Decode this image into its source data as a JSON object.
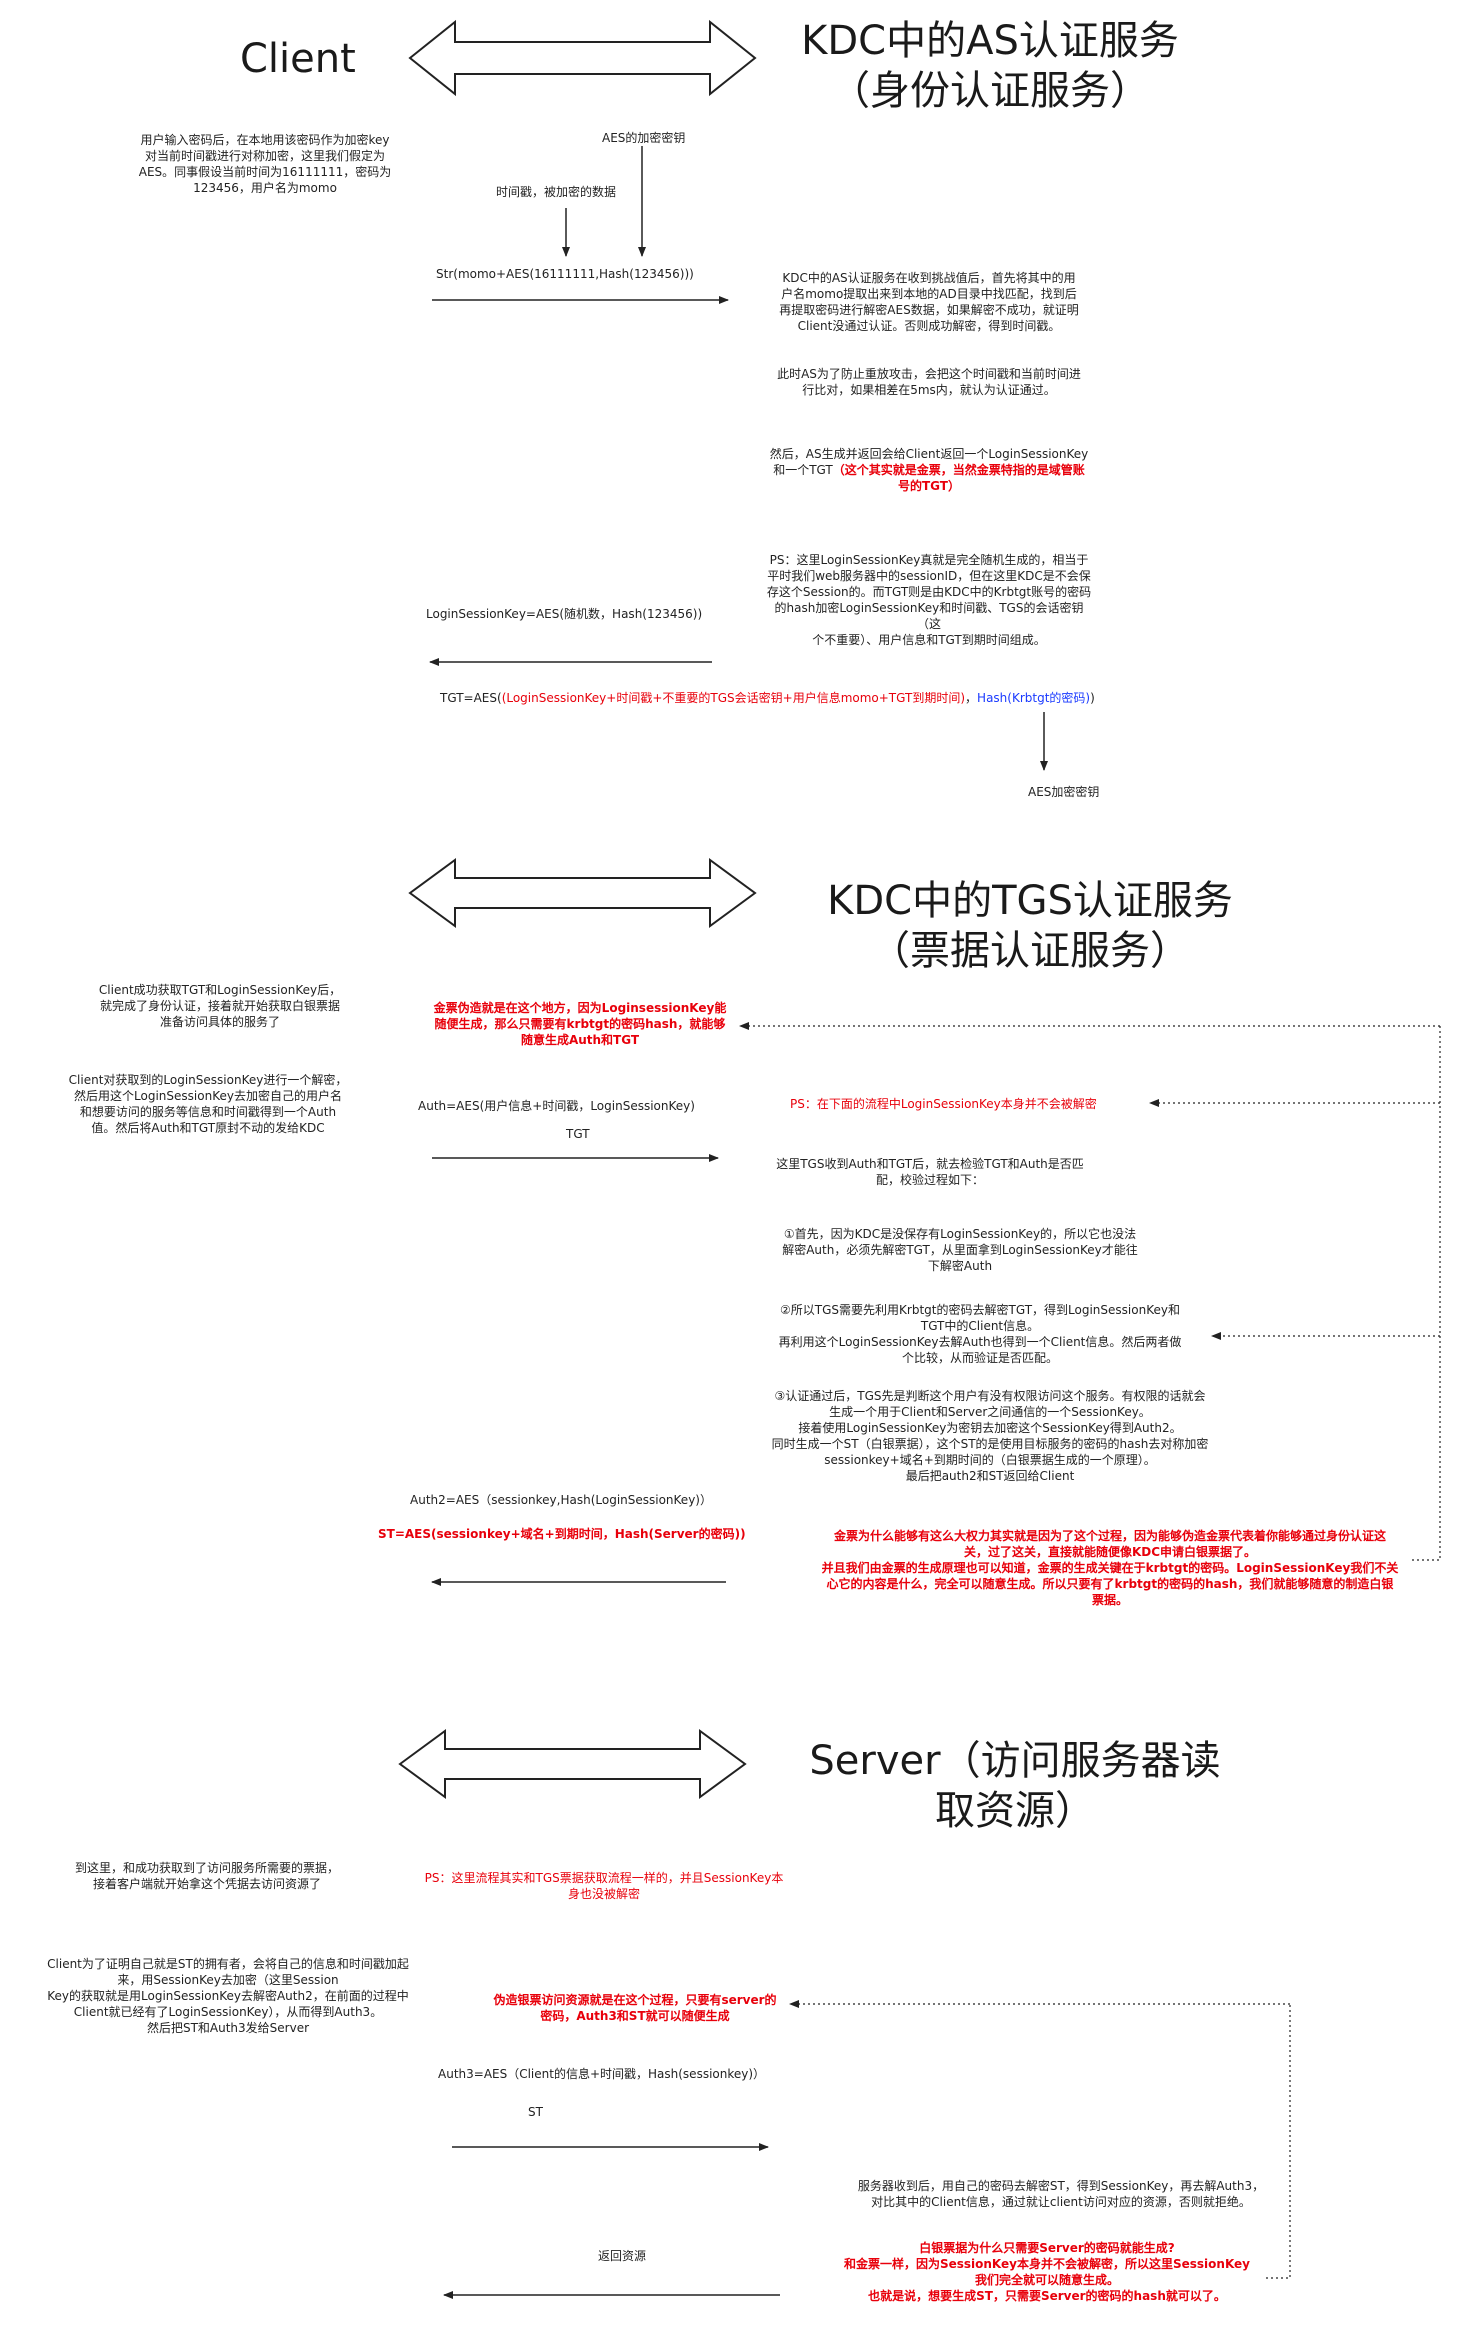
{
  "section1": {
    "client_title": "Client",
    "kdc_as_title": "KDC中的AS认证服务\n（身份认证服务）",
    "client_note": "用户输入密码后，在本地用该密码作为加密key\n对当前时间戳进行对称加密，这里我们假定为\nAES。同事假设当前时间为16111111，密码为\n123456，用户名为momo",
    "aes_key_label": "AES的加密密钥",
    "timestamp_label": "时间戳，被加密的数据",
    "request_formula": "Str(momo+AES(16111111,Hash(123456)))",
    "as_verify": "KDC中的AS认证服务在收到挑战值后，首先将其中的用\n户名momo提取出来到本地的AD目录中找匹配，找到后\n再提取密码进行解密AES数据，如果解密不成功，就证明\nClient没通过认证。否则成功解密，得到时间戳。",
    "replay_note": "此时AS为了防止重放攻击，会把这个时间戳和当前时间进\n行比对，如果相差在5ms内，就认为认证通过。",
    "tgt_note_prefix": "然后，AS生成并返回会给Client返回一个LoginSessionKey\n和一个TGT",
    "tgt_note_red": "（这个其实就是金票，当然金票特指的是域管账\n号的TGT）",
    "ps_note": "PS：这里LoginSessionKey真就是完全随机生成的，相当于\n平时我们web服务器中的sessionID，但在这里KDC是不会保\n存这个Session的。而TGT则是由KDC中的Krbtgt账号的密码\n的hash加密LoginSessionKey和时间戳、TGS的会话密钥（这\n个不重要）、用户信息和TGT到期时间组成。",
    "login_session_formula": "LoginSessionKey=AES(随机数，Hash(123456))",
    "tgt_formula_prefix": "TGT=AES(",
    "tgt_formula_red": "(LoginSessionKey+时间戳+不重要的TGS会话密钥+用户信息momo+TGT到期时间)",
    "tgt_formula_sep": "，",
    "tgt_formula_blue": "Hash(Krbtgt的密码)",
    "tgt_formula_suffix": ")",
    "aes_key_label2": "AES加密密钥"
  },
  "section2": {
    "kdc_tgs_title": "KDC中的TGS认证服务\n（票据认证服务）",
    "client_note1": "Client成功获取TGT和LoginSessionKey后，\n就完成了身份认证，接着就开始获取白银票据\n准备访问具体的服务了",
    "golden_forge_note": "金票伪造就是在这个地方，因为LoginsessionKey能\n随便生成，那么只需要有krbtgt的密码hash，就能够\n随意生成Auth和TGT",
    "client_note2": "Client对获取到的LoginSessionKey进行一个解密，\n然后用这个LoginSessionKey去加密自己的用户名\n和想要访问的服务等信息和时间戳得到一个Auth\n值。然后将Auth和TGT原封不动的发给KDC",
    "auth_formula": "Auth=AES(用户信息+时间戳，LoginSessionKey)",
    "tgt_label": "TGT",
    "ps_red": "PS：在下面的流程中LoginSessionKey本身并不会被解密",
    "tgs_receive": "这里TGS收到Auth和TGT后，就去检验TGT和Auth是否匹\n配，校验过程如下：",
    "step1": "①首先，因为KDC是没保存有LoginSessionKey的，所以它也没法\n解密Auth，必须先解密TGT，从里面拿到LoginSessionKey才能往\n下解密Auth",
    "step2": "②所以TGS需要先利用Krbtgt的密码去解密TGT，得到LoginSessionKey和\nTGT中的Client信息。\n再利用这个LoginSessionKey去解Auth也得到一个Client信息。然后两者做\n个比较，从而验证是否匹配。",
    "step3": "③认证通过后，TGS先是判断这个用户有没有权限访问这个服务。有权限的话就会\n生成一个用于Client和Server之间通信的一个SessionKey。\n接着使用LoginSessionKey为密钥去加密这个SessionKey得到Auth2。\n同时生成一个ST（白银票据），这个ST的是使用目标服务的密码的hash去对称加密\nsessionkey+域名+到期时间的（白银票据生成的一个原理）。\n最后把auth2和ST返回给Client",
    "auth2_formula": "Auth2=AES（sessionkey,Hash(LoginSessionKey)）",
    "st_formula": "ST=AES(sessionkey+域名+到期时间，Hash(Server的密码))",
    "golden_why": "金票为什么能够有这么大权力其实就是因为了这个过程，因为能够伪造金票代表着你能够通过身份认证这\n关，过了这关，直接就能随便像KDC申请白银票据了。\n并且我们由金票的生成原理也可以知道，金票的生成关键在于krbtgt的密码。LoginSessionKey我们不关\n心它的内容是什么，完全可以随意生成。所以只要有了krbtgt的密码的hash，我们就能够随意的制造白银\n票据。"
  },
  "section3": {
    "server_title": "Server（访问服务器读\n取资源）",
    "client_note1": "到这里，和成功获取到了访问服务所需要的票据，\n接着客户端就开始拿这个凭据去访问资源了",
    "ps_red": "PS：这里流程其实和TGS票据获取流程一样的，并且SessionKey本\n身也没被解密",
    "client_note2": "Client为了证明自己就是ST的拥有者，会将自己的信息和时间戳加起\n来，用SessionKey去加密（这里Session\nKey的获取就是用LoginSessionKey去解密Auth2，在前面的过程中\nClient就已经有了LoginSessionKey），从而得到Auth3。\n然后把ST和Auth3发给Server",
    "silver_forge_note": "伪造银票访问资源就是在这个过程，只要有server的\n密码，Auth3和ST就可以随便生成",
    "auth3_formula": "Auth3=AES（Client的信息+时间戳，Hash(sessionkey)）",
    "st_label": "ST",
    "server_receive": "服务器收到后，用自己的密码去解密ST，得到SessionKey，再去解Auth3，\n对比其中的Client信息，通过就让client访问对应的资源，否则就拒绝。",
    "return_label": "返回资源",
    "silver_why": "白银票据为什么只需要Server的密码就能生成?\n和金票一样，因为SessionKey本身并不会被解密，所以这里SessionKey\n我们完全就可以随意生成。\n也就是说，想要生成ST，只需要Server的密码的hash就可以了。"
  }
}
